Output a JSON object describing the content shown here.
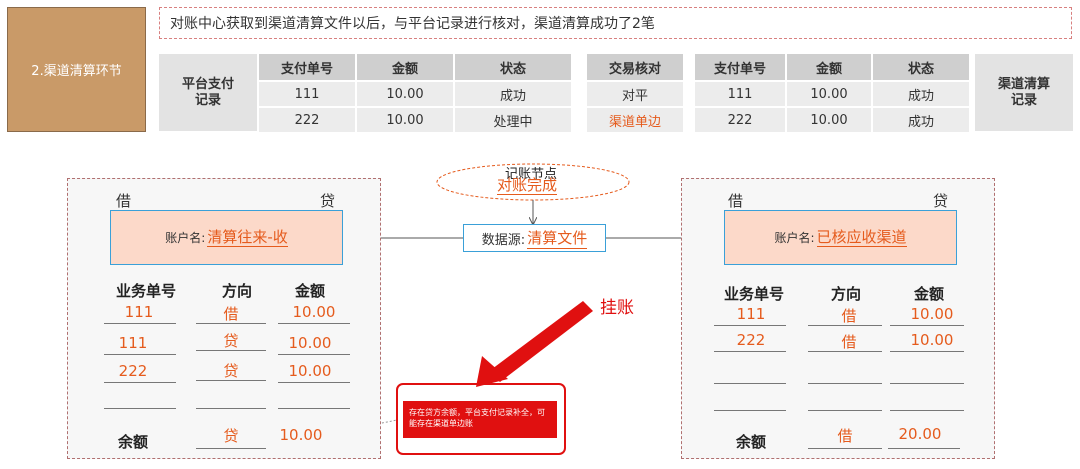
{
  "stage_label": "2.渠道清算环节",
  "description": "对账中心获取到渠道清算文件以后，与平台记录进行核对，渠道清算成功了2笔",
  "platform_label": "平台支付记录",
  "channel_label": "渠道清算记录",
  "platform_headers": [
    "支付单号",
    "金额",
    "状态"
  ],
  "platform_rows": [
    [
      "111",
      "10.00",
      "成功"
    ],
    [
      "222",
      "10.00",
      "处理中"
    ]
  ],
  "check_header": "交易核对",
  "check_rows": [
    "对平",
    "渠道单边"
  ],
  "channel_headers": [
    "支付单号",
    "金额",
    "状态"
  ],
  "channel_rows": [
    [
      "111",
      "10.00",
      "成功"
    ],
    [
      "222",
      "10.00",
      "成功"
    ]
  ],
  "node_title": "记账节点",
  "node_value": "对账完成",
  "source_label": "数据源:",
  "source_value": "清算文件",
  "left_ledger": {
    "debit": "借",
    "credit": "贷",
    "account_label": "账户名:",
    "account_value": "清算往来-收",
    "col_headers": [
      "业务单号",
      "方向",
      "金额"
    ],
    "entries": [
      [
        "111",
        "借",
        "10.00"
      ],
      [
        "111",
        "贷",
        "10.00"
      ],
      [
        "222",
        "贷",
        "10.00"
      ]
    ],
    "balance_label": "余额",
    "balance_dir": "贷",
    "balance_amount": "10.00"
  },
  "right_ledger": {
    "debit": "借",
    "credit": "贷",
    "account_label": "账户名:",
    "account_value": "已核应收渠道",
    "col_headers": [
      "业务单号",
      "方向",
      "金额"
    ],
    "entries": [
      [
        "111",
        "借",
        "10.00"
      ],
      [
        "222",
        "借",
        "10.00"
      ]
    ],
    "balance_label": "余额",
    "balance_dir": "借",
    "balance_amount": "20.00"
  },
  "suspense_label": "挂账",
  "note_text": "存在贷方余额，平台支付记录补全，可能存在渠道单边账",
  "colors": {
    "accent": "#e55b1d",
    "stage": "#c99a68",
    "account_box": "#fcd9c9",
    "note": "#e01010"
  }
}
